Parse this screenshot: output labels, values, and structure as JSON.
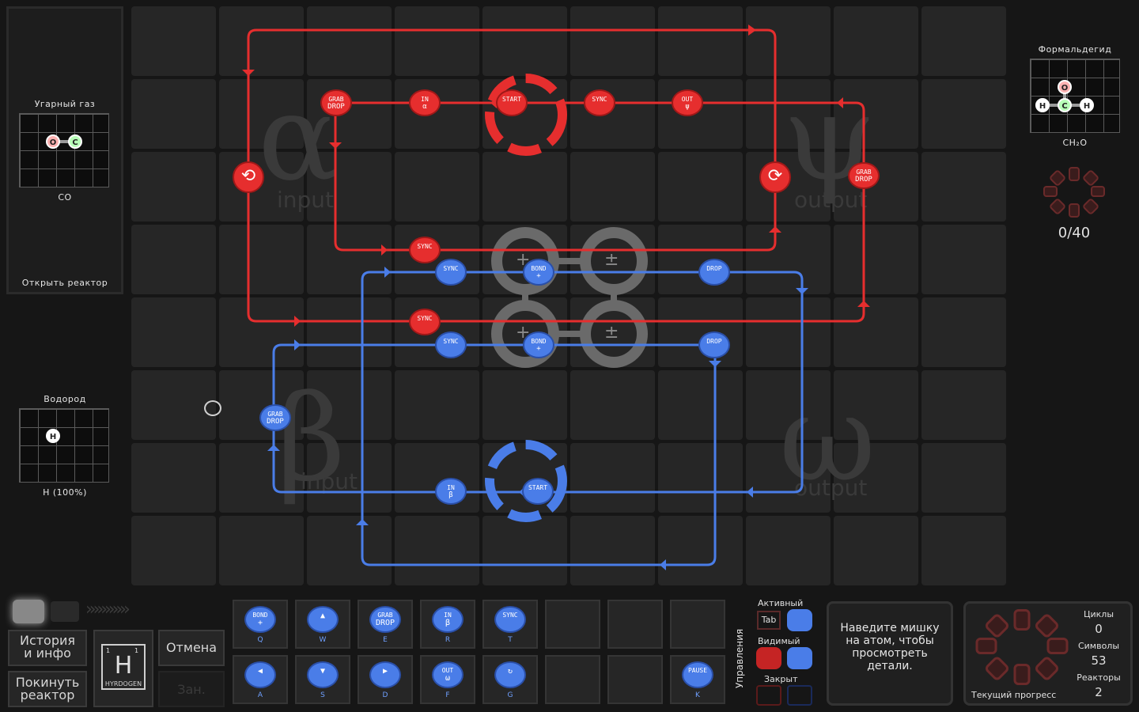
{
  "left_panel": {
    "molecule1": {
      "title": "Угарный газ",
      "formula": "CO",
      "atoms": [
        "O",
        "C"
      ]
    },
    "open_reactor": "Открыть реактор",
    "molecule2": {
      "title": "Водород",
      "formula": "H (100%)",
      "atoms": [
        "H"
      ]
    }
  },
  "right_panel": {
    "target": {
      "title": "Формальдегид",
      "formula": "CH₂O",
      "atoms": [
        "O",
        "H",
        "C",
        "H"
      ]
    },
    "progress": "0/40"
  },
  "board": {
    "regions": [
      {
        "symbol": "α",
        "word": "input"
      },
      {
        "symbol": "ψ",
        "word": "output"
      },
      {
        "symbol": "β",
        "word": "input"
      },
      {
        "symbol": "ω",
        "word": "output"
      }
    ],
    "red_nodes": [
      {
        "id": "grab1",
        "label": "GRAB",
        "label2": "DROP"
      },
      {
        "id": "in_alpha",
        "label": "IN",
        "label2": "α"
      },
      {
        "id": "start_red",
        "label": "START",
        "label2": ""
      },
      {
        "id": "sync_top",
        "label": "SYNC",
        "label2": ""
      },
      {
        "id": "out_psi",
        "label": "OUT",
        "label2": "ψ"
      },
      {
        "id": "grab2",
        "label": "GRAB",
        "label2": "DROP"
      },
      {
        "id": "sync_mid",
        "label": "SYNC",
        "label2": ""
      },
      {
        "id": "sync_low",
        "label": "SYNC",
        "label2": ""
      }
    ],
    "blue_nodes": [
      {
        "id": "sync_b1",
        "label": "SYNC",
        "label2": ""
      },
      {
        "id": "bond_b1",
        "label": "BOND",
        "label2": "+"
      },
      {
        "id": "drop_b1",
        "label": "DROP",
        "label2": ""
      },
      {
        "id": "sync_b2",
        "label": "SYNC",
        "label2": ""
      },
      {
        "id": "bond_b2",
        "label": "BOND",
        "label2": "+"
      },
      {
        "id": "drop_b2",
        "label": "DROP",
        "label2": ""
      },
      {
        "id": "grab_b",
        "label": "GRAB",
        "label2": "DROP"
      },
      {
        "id": "in_beta",
        "label": "IN",
        "label2": "β"
      },
      {
        "id": "start_blue",
        "label": "START",
        "label2": ""
      }
    ],
    "bonders": [
      "+",
      "±",
      "+",
      "±"
    ]
  },
  "bottom": {
    "history": "История\nи инфо",
    "leave": "Покинуть\nреактор",
    "undo": "Отмена",
    "busy": "Зан.",
    "element": {
      "symbol": "H",
      "name": "HYRDOGEN",
      "num_left": "1",
      "num_right": "1"
    },
    "tools": [
      {
        "label": "BOND",
        "sub": "+",
        "key": "Q"
      },
      {
        "label": "",
        "sub": "▲",
        "key": "W"
      },
      {
        "label": "GRAB",
        "sub": "DROP",
        "key": "E"
      },
      {
        "label": "IN",
        "sub": "β",
        "key": "R"
      },
      {
        "label": "SYNC",
        "sub": "",
        "key": "T"
      },
      {
        "label": "",
        "sub": "◀",
        "key": "A"
      },
      {
        "label": "",
        "sub": "▼",
        "key": "S"
      },
      {
        "label": "",
        "sub": "▶",
        "key": "D"
      },
      {
        "label": "OUT",
        "sub": "ω",
        "key": "F"
      },
      {
        "label": "",
        "sub": "↻",
        "key": "G"
      },
      {
        "label": "PAUSE",
        "sub": "",
        "key": "K"
      }
    ],
    "controls_label": "Управления",
    "active": "Активный",
    "tab": "Tab",
    "visible": "Видимый",
    "closed": "Закрыт",
    "hint": "Наведите мишку на атом, чтобы просмотреть детали.",
    "cycles_label": "Циклы",
    "cycles": "0",
    "symbols_label": "Символы",
    "symbols": "53",
    "reactors_label": "Реакторы",
    "reactors": "2",
    "current_progress": "Текущий прогресс"
  },
  "colors": {
    "red": "#e62e2e",
    "blue": "#4a7de8",
    "bg": "#161616"
  }
}
